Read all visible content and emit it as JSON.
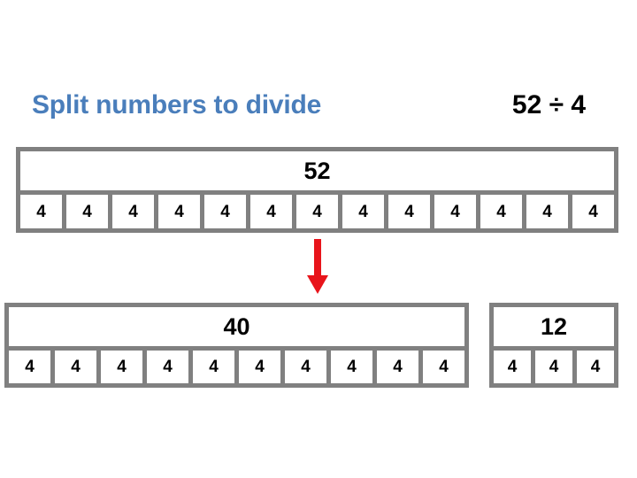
{
  "slide": {
    "background_color": "#FFFFFF",
    "title": "Split numbers to divide",
    "title_color": "#4A7EBB",
    "expression": "52 ÷ 4",
    "expression_color": "#000000"
  },
  "bars": {
    "top": {
      "name": "whole-bar",
      "total_label": "52",
      "cell_count": 13,
      "cells": [
        "4",
        "4",
        "4",
        "4",
        "4",
        "4",
        "4",
        "4",
        "4",
        "4",
        "4",
        "4",
        "4"
      ]
    },
    "left": {
      "name": "part-bar-forty",
      "total_label": "40",
      "cell_count": 10,
      "cells": [
        "4",
        "4",
        "4",
        "4",
        "4",
        "4",
        "4",
        "4",
        "4",
        "4"
      ]
    },
    "right": {
      "name": "part-bar-twelve",
      "total_label": "12",
      "cell_count": 3,
      "cells": [
        "4",
        "4",
        "4"
      ]
    }
  },
  "arrow": {
    "name": "split-arrow",
    "direction": "down",
    "color": "#E8141B"
  },
  "colors": {
    "border_gray": "#808080",
    "cell_fill": "#FFFFFF",
    "accent_blue": "#4A7EBB",
    "arrow_red": "#E8141B"
  }
}
